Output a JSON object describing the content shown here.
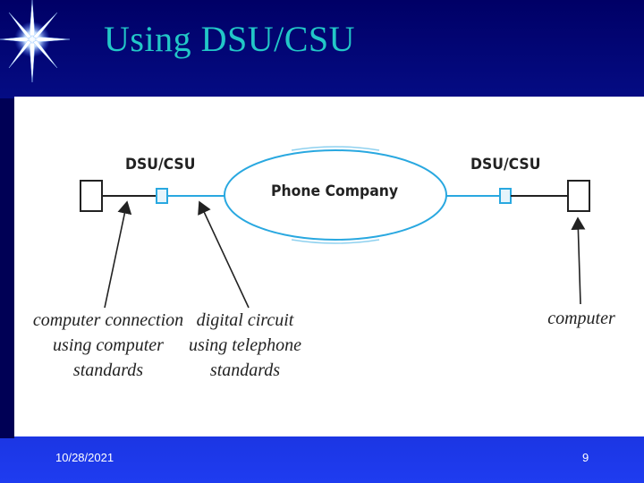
{
  "slide": {
    "title": "Using DSU/CSU",
    "date": "10/28/2021",
    "page_number": "9"
  },
  "diagram": {
    "left_device_label": "DSU/CSU",
    "right_device_label": "DSU/CSU",
    "cloud_label": "Phone Company",
    "captions": {
      "computer_connection": [
        "computer connection",
        "using computer",
        "standards"
      ],
      "digital_circuit": [
        "digital circuit",
        "using telephone",
        "standards"
      ],
      "computer": [
        "computer"
      ]
    },
    "colors": {
      "link": "#29a8e0",
      "line": "#222222",
      "title": "#22c7c7"
    }
  }
}
